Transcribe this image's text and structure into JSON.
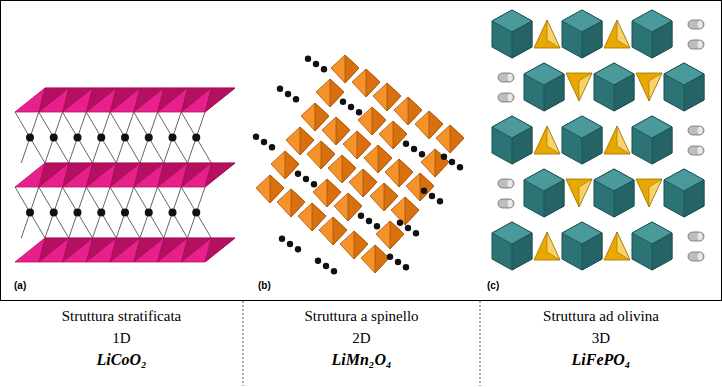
{
  "diagram": {
    "labels": [
      "(a)",
      "(b)",
      "(c)",
      "Struttura stratificata",
      "1D",
      "LiCoO₂",
      "Struttura a spinello",
      "2D",
      "LiMn₂O₄",
      "Struttura ad olivina",
      "3D",
      "LiFePO₄"
    ]
  }
}
